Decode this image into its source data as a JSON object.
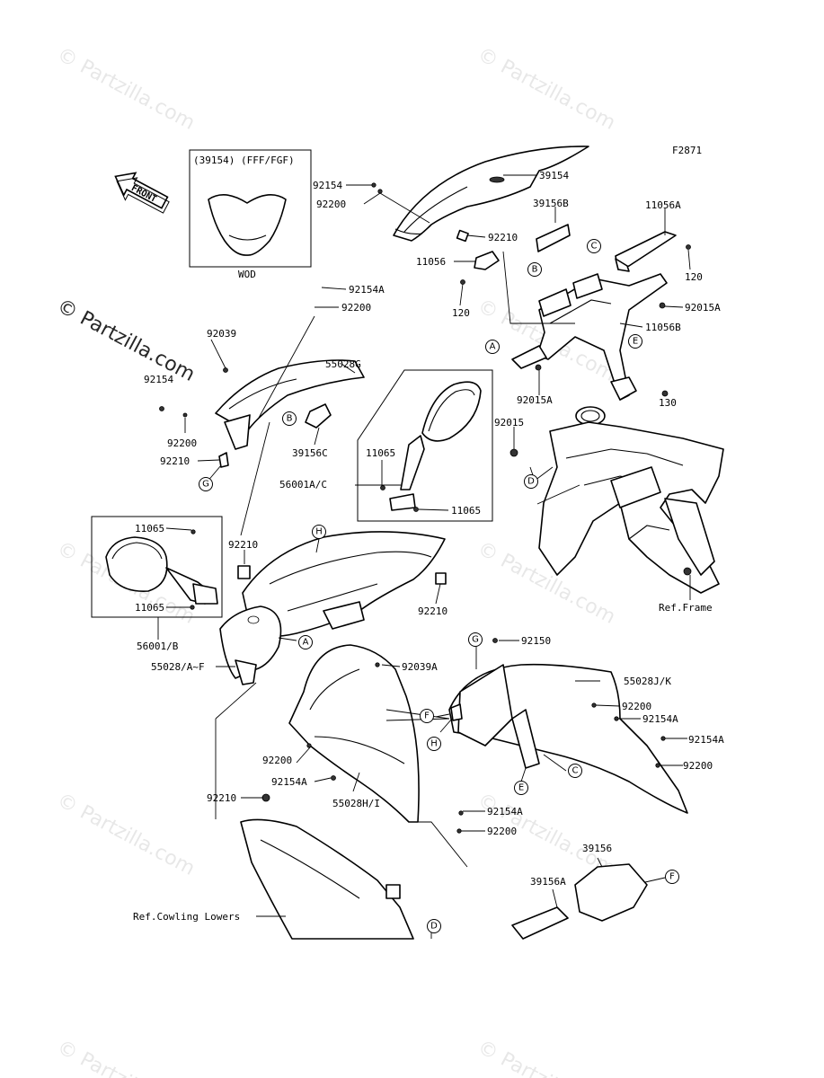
{
  "diagram_id": "F2871",
  "watermark": "© Partzilla.com",
  "front_label": "FRONT",
  "inset_top": {
    "title": "(39154)  (FFF/FGF)",
    "caption": "WOD"
  },
  "part_labels": {
    "p39154": "39154",
    "p92154_top": "92154",
    "p92200_top": "92200",
    "p92210_top": "92210",
    "p11056": "11056",
    "p120_left": "120",
    "p39156B": "39156B",
    "p11056A": "11056A",
    "p120_right": "120",
    "p92015A_right": "92015A",
    "p11056B": "11056B",
    "p92015A_lower": "92015A",
    "p130": "130",
    "p92015": "92015",
    "p92154A_top": "92154A",
    "p92200_mid": "92200",
    "p92039": "92039",
    "p55028G": "55028G",
    "p92154_left": "92154",
    "p92200_left": "92200",
    "p92210_left": "92210",
    "p39156C": "39156C",
    "p11065_m1": "11065",
    "p56001AC": "56001A/C",
    "p11065_m2": "11065",
    "p11065_i1": "11065",
    "p11065_i2": "11065",
    "p56001B": "56001/B",
    "p92210_c": "92210",
    "p92210_r": "92210",
    "p55028AF": "55028/A~F",
    "p92150": "92150",
    "p92039A": "92039A",
    "p55028JK": "55028J/K",
    "p92200_r1": "92200",
    "p92154A_r1": "92154A",
    "p92154A_r2": "92154A",
    "p92200_r2": "92200",
    "p92200_l": "92200",
    "p92154A_l": "92154A",
    "p55028HI": "55028H/I",
    "p92210_low": "92210",
    "p92154A_low": "92154A",
    "p92200_low": "92200",
    "p39156": "39156",
    "p39156A": "39156A",
    "ref_frame": "Ref.Frame",
    "ref_cowling": "Ref.Cowling Lowers"
  },
  "callouts": {
    "c_C1": "C",
    "c_B1": "B",
    "c_A1": "A",
    "c_E1": "E",
    "c_D1": "D",
    "c_B2": "B",
    "c_G1": "G",
    "c_H1": "H",
    "c_A2": "A",
    "c_G2": "G",
    "c_F1": "F",
    "c_H2": "H",
    "c_C2": "C",
    "c_E2": "E",
    "c_F2": "F",
    "c_D2": "D"
  }
}
